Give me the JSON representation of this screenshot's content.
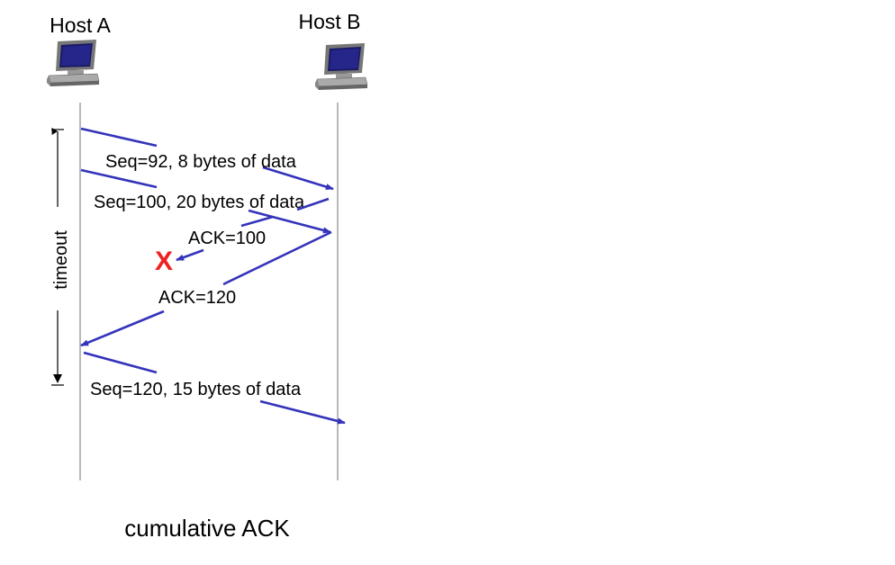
{
  "hosts": {
    "a_label": "Host A",
    "b_label": "Host B"
  },
  "messages": {
    "seq92": "Seq=92, 8 bytes of data",
    "seq100": "Seq=100, 20 bytes of data",
    "ack100": "ACK=100",
    "ack120": "ACK=120",
    "seq120": "Seq=120,  15 bytes of data"
  },
  "lost_mark": "X",
  "timeout_label": "timeout",
  "caption": "cumulative ACK",
  "colors": {
    "arrow": "#3333bb",
    "lost": "#ee2222",
    "timeline": "#888888"
  },
  "icons": [
    "computer-icon",
    "computer-icon"
  ]
}
